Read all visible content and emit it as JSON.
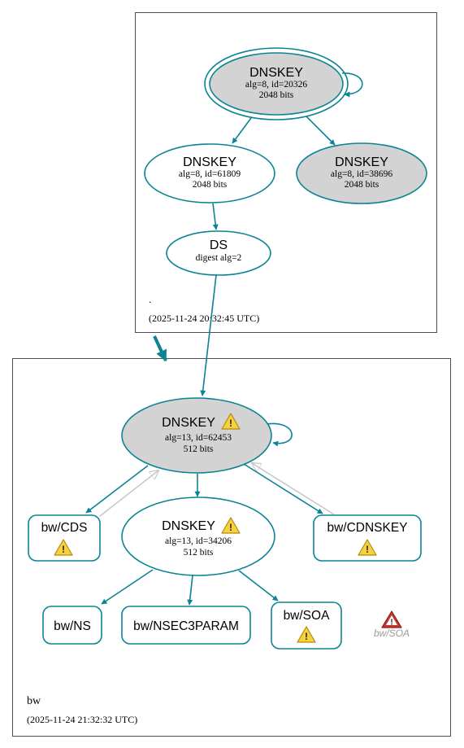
{
  "root_zone": {
    "name": ".",
    "timestamp": "(2025-11-24 20:32:45 UTC)",
    "ksk": {
      "title": "DNSKEY",
      "line1": "alg=8, id=20326",
      "line2": "2048 bits"
    },
    "zsk1": {
      "title": "DNSKEY",
      "line1": "alg=8, id=61809",
      "line2": "2048 bits"
    },
    "zsk2": {
      "title": "DNSKEY",
      "line1": "alg=8, id=38696",
      "line2": "2048 bits"
    },
    "ds": {
      "title": "DS",
      "line1": "digest alg=2"
    }
  },
  "bw_zone": {
    "name": "bw",
    "timestamp": "(2025-11-24 21:32:32 UTC)",
    "ksk": {
      "title": "DNSKEY",
      "line1": "alg=13, id=62453",
      "line2": "512 bits"
    },
    "zsk": {
      "title": "DNSKEY",
      "line1": "alg=13, id=34206",
      "line2": "512 bits"
    },
    "cds": {
      "label": "bw/CDS"
    },
    "cdnskey": {
      "label": "bw/CDNSKEY"
    },
    "ns": {
      "label": "bw/NS"
    },
    "nsec3param": {
      "label": "bw/NSEC3PARAM"
    },
    "soa": {
      "label": "bw/SOA"
    },
    "soa_error": {
      "label": "bw/SOA"
    }
  },
  "colors": {
    "edge": "#0a8494",
    "border": "#595959",
    "fill_ksk": "#d3d3d3",
    "edge_gray": "#c8c8c8",
    "warning_fill": "#f7d23b",
    "error_fill": "#c8362c",
    "error_label": "#9a9a9a"
  }
}
